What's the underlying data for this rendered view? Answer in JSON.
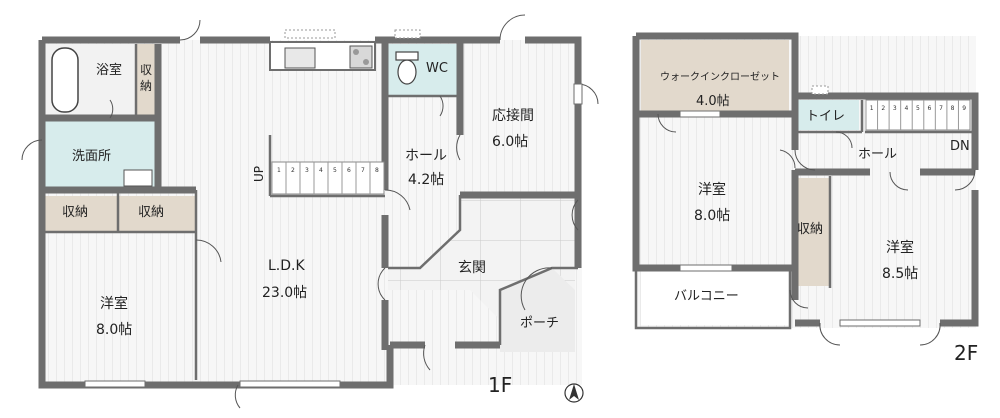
{
  "floor1": {
    "label": "1F",
    "rooms": {
      "bath": "浴室",
      "storage_bath": "収\n納",
      "washroom": "洗面所",
      "storage_a": "収納",
      "storage_b": "収納",
      "western_name": "洋室",
      "western_size": "8.0帖",
      "ldk_name": "L.D.K",
      "ldk_size": "23.0帖",
      "wc": "WC",
      "hall_name": "ホール",
      "hall_size": "4.2帖",
      "reception_name": "応接間",
      "reception_size": "6.0帖",
      "entrance": "玄関",
      "porch": "ポーチ",
      "up": "UP"
    },
    "stair_steps": [
      "1",
      "2",
      "3",
      "4",
      "5",
      "6",
      "7",
      "8"
    ]
  },
  "floor2": {
    "label": "2F",
    "rooms": {
      "walkin_name": "ウォークインクローゼット",
      "walkin_size": "4.0帖",
      "toilet": "トイレ",
      "hall": "ホール",
      "dn": "DN",
      "western1_name": "洋室",
      "western1_size": "8.0帖",
      "storage": "収納",
      "western2_name": "洋室",
      "western2_size": "8.5帖",
      "balcony": "バルコニー"
    },
    "stair_steps": [
      "1",
      "2",
      "3",
      "4",
      "5",
      "6",
      "7",
      "8",
      "9"
    ]
  },
  "colors": {
    "wall": "#6e6e6e",
    "floor_wood": "#f4f4f4",
    "wet_area": "#d7ecec",
    "walkin": "#e2d9cc",
    "storage": "#e2d9cc"
  },
  "compass": "north-arrow-icon"
}
